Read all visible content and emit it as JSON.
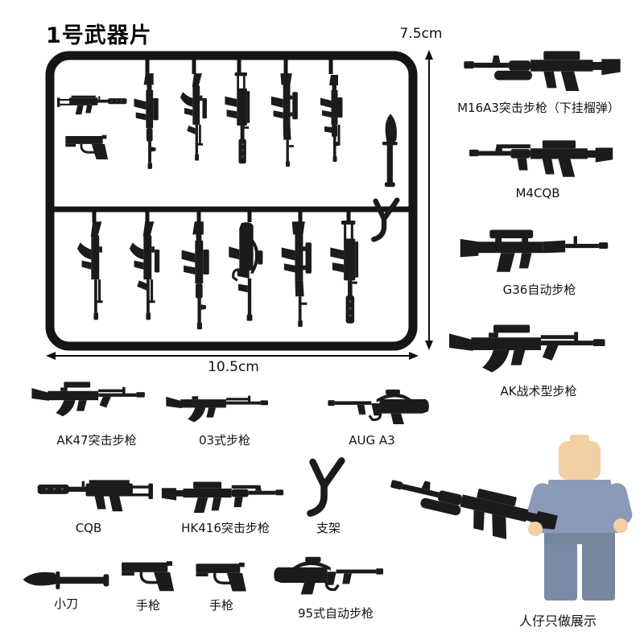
{
  "title": "1号武器片",
  "sprue": {
    "height_label": "7.5cm",
    "width_label": "10.5cm"
  },
  "right_column": {
    "items": [
      {
        "label": "M16A3突击步枪（下挂榴弹）"
      },
      {
        "label": "M4CQB"
      },
      {
        "label": "G36自动步枪"
      },
      {
        "label": "AK战术型步枪"
      }
    ]
  },
  "rows": {
    "row1": [
      {
        "label": "AK47突击步枪"
      },
      {
        "label": "03式步枪"
      },
      {
        "label": "AUG A3"
      }
    ],
    "row2": [
      {
        "label": "CQB"
      },
      {
        "label": "HK416突击步枪"
      },
      {
        "label": "支架"
      }
    ],
    "row3": [
      {
        "label": "小刀"
      },
      {
        "label": "手枪"
      },
      {
        "label": "手枪"
      },
      {
        "label": "95式自动步枪"
      }
    ]
  },
  "minifig": {
    "label": "人仔只做展示"
  },
  "colors": {
    "weapon_black": "#1b1b1b",
    "text": "#111111",
    "minifig_torso": "#8a9ab8",
    "minifig_legs": "#7b8ba6",
    "minifig_skin": "#f3cfa4"
  }
}
